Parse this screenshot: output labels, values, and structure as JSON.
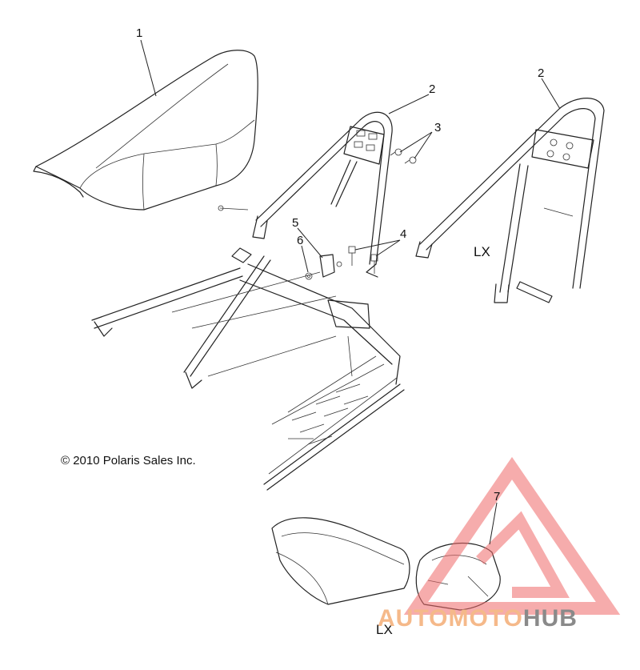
{
  "callouts": {
    "c1": "1",
    "c2a": "2",
    "c2b": "2",
    "c3": "3",
    "c4": "4",
    "c5": "5",
    "c6": "6",
    "c7": "7"
  },
  "variant_labels": {
    "lx_rack": "LX",
    "lx_seat": "LX"
  },
  "copyright": "© 2010 Polaris Sales Inc.",
  "watermark": {
    "part1": "AUTOMOTO",
    "part2": "HUB",
    "colors": {
      "orange": "#f5b98a",
      "gray": "#8a8a8a",
      "triangle": "#f06a6a"
    }
  }
}
